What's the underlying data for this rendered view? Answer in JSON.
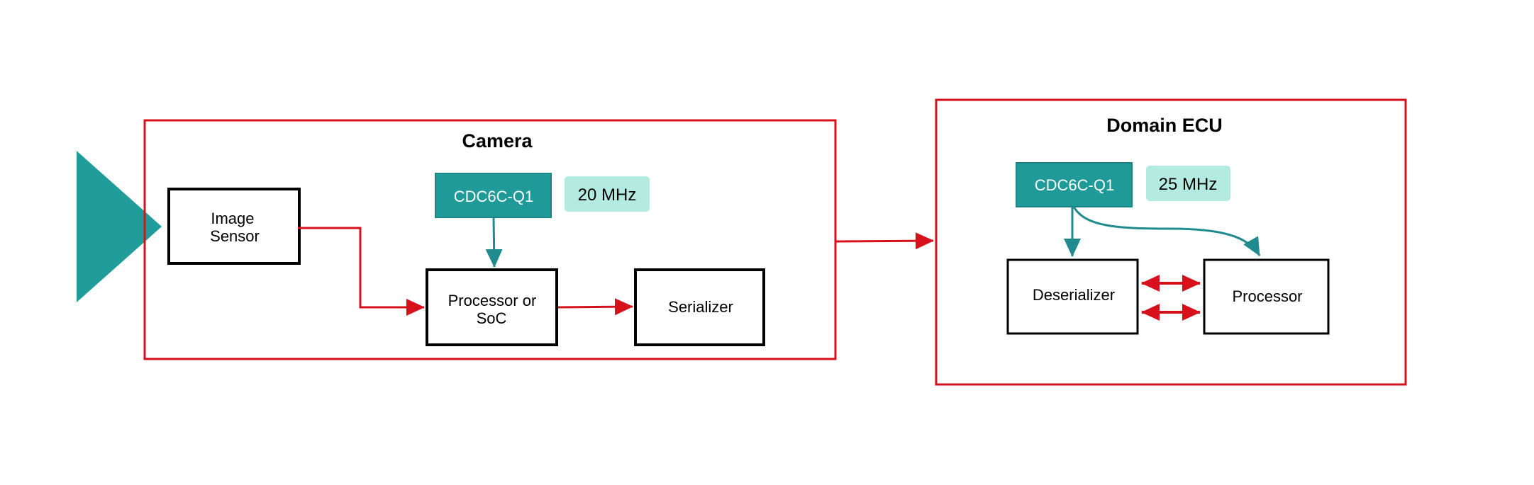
{
  "colors": {
    "group_border": "#d6111b",
    "signal_arrow": "#d6111b",
    "clock_fill": "#1f9a98",
    "clock_arrow": "#1f8b8e",
    "freq_fill": "#b3ebe0",
    "block_border": "#000000",
    "lens_fill": "#209c9a"
  },
  "camera": {
    "title": "Camera",
    "image_sensor": [
      "Image",
      "Sensor"
    ],
    "processor": [
      "Processor or",
      "SoC"
    ],
    "serializer": "Serializer",
    "clock": "CDC6C-Q1",
    "frequency": "20 MHz"
  },
  "ecu": {
    "title": "Domain ECU",
    "deserializer": "Deserializer",
    "processor": "Processor",
    "clock": "CDC6C-Q1",
    "frequency": "25 MHz"
  },
  "icons": {
    "lens": "camera-lens-triangle-icon"
  }
}
